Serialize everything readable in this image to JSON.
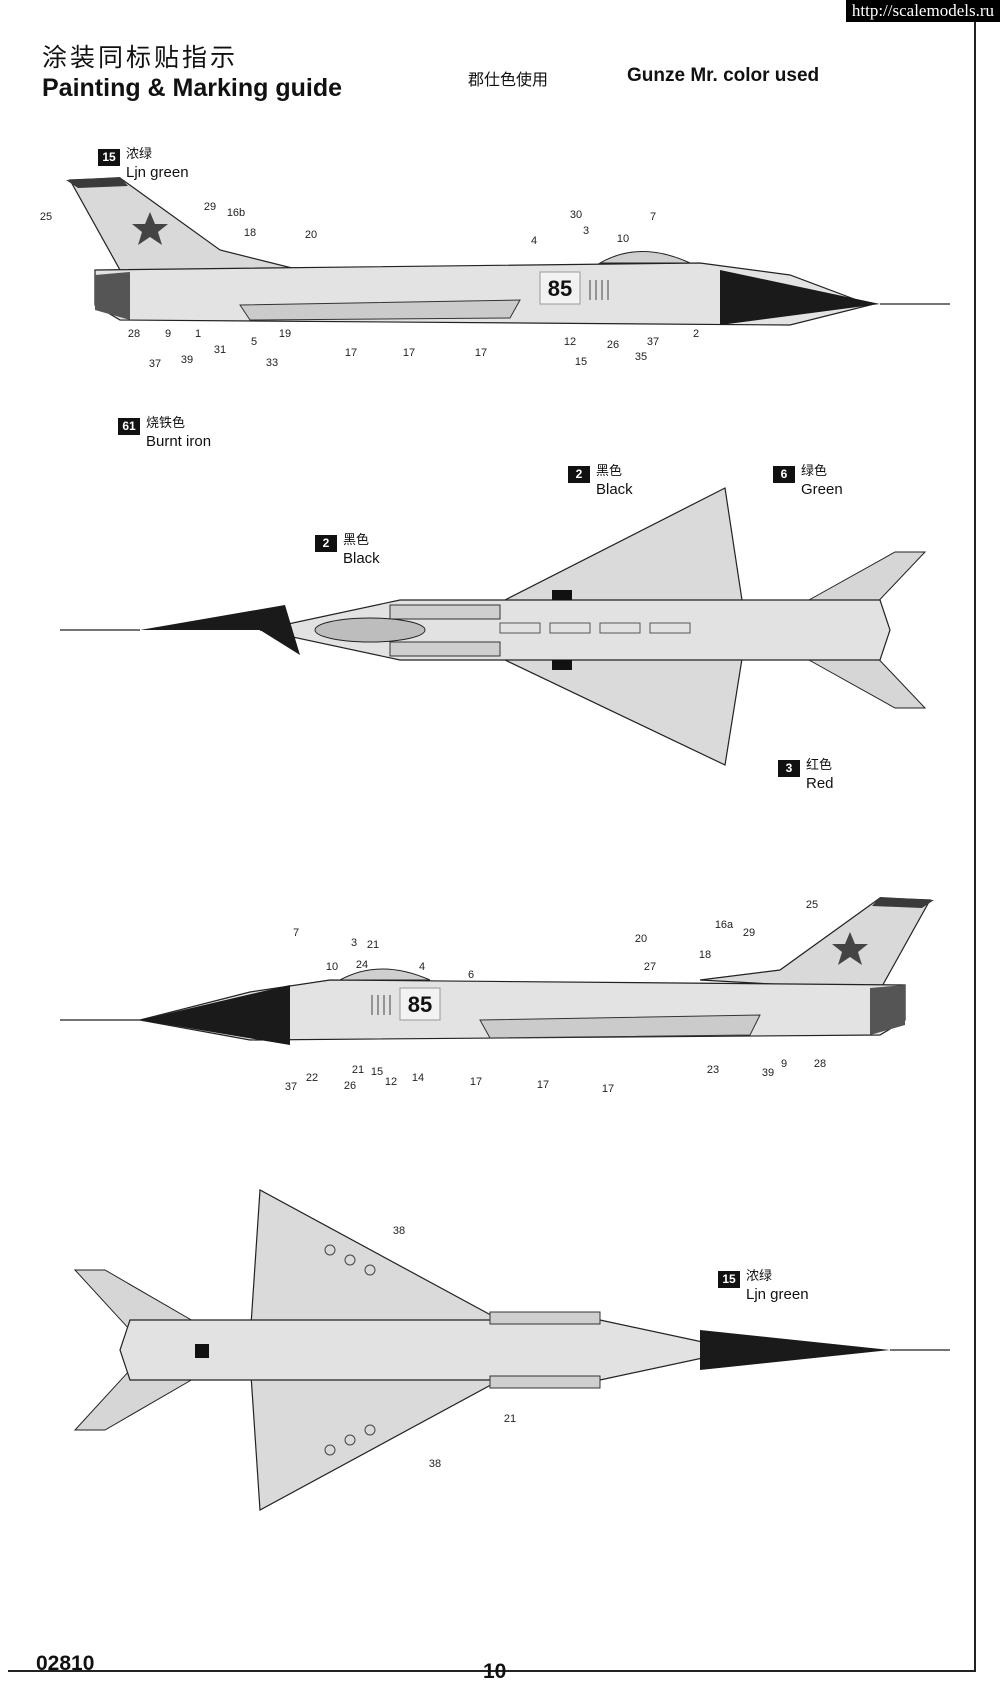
{
  "watermark": "http://scalemodels.ru",
  "header": {
    "title_cn": "涂装同标贴指示",
    "title_en": "Painting & Marking guide",
    "paint_brand_cn": "郡仕色使用",
    "paint_brand_en": "Gunze Mr. color used"
  },
  "colors": {
    "ljn_green": {
      "num": "15",
      "cn": "浓绿",
      "en": "Ljn green"
    },
    "burnt_iron": {
      "num": "61",
      "cn": "烧铁色",
      "en": "Burnt iron"
    },
    "black": {
      "num": "2",
      "cn": "黑色",
      "en": "Black"
    },
    "green": {
      "num": "6",
      "cn": "绿色",
      "en": "Green"
    },
    "red": {
      "num": "3",
      "cn": "红色",
      "en": "Red"
    }
  },
  "aircraft": {
    "tail_number": "85",
    "side_left_callouts": [
      "29",
      "16b",
      "18",
      "20",
      "25",
      "30",
      "3",
      "10",
      "4",
      "7",
      "28",
      "9",
      "1",
      "31",
      "5",
      "19",
      "17",
      "17",
      "17",
      "12",
      "15",
      "26",
      "35",
      "37",
      "2",
      "37",
      "39",
      "33"
    ],
    "side_right_callouts": [
      "25",
      "16a",
      "29",
      "18",
      "20",
      "27",
      "3",
      "21",
      "24",
      "4",
      "6",
      "7",
      "10",
      "22",
      "21",
      "15",
      "12",
      "14",
      "17",
      "17",
      "17",
      "23",
      "39",
      "9",
      "28",
      "26",
      "37"
    ],
    "bottom_callouts": [
      "38",
      "38",
      "21"
    ]
  },
  "footer": {
    "kit_code": "02810",
    "page_number": "10"
  }
}
